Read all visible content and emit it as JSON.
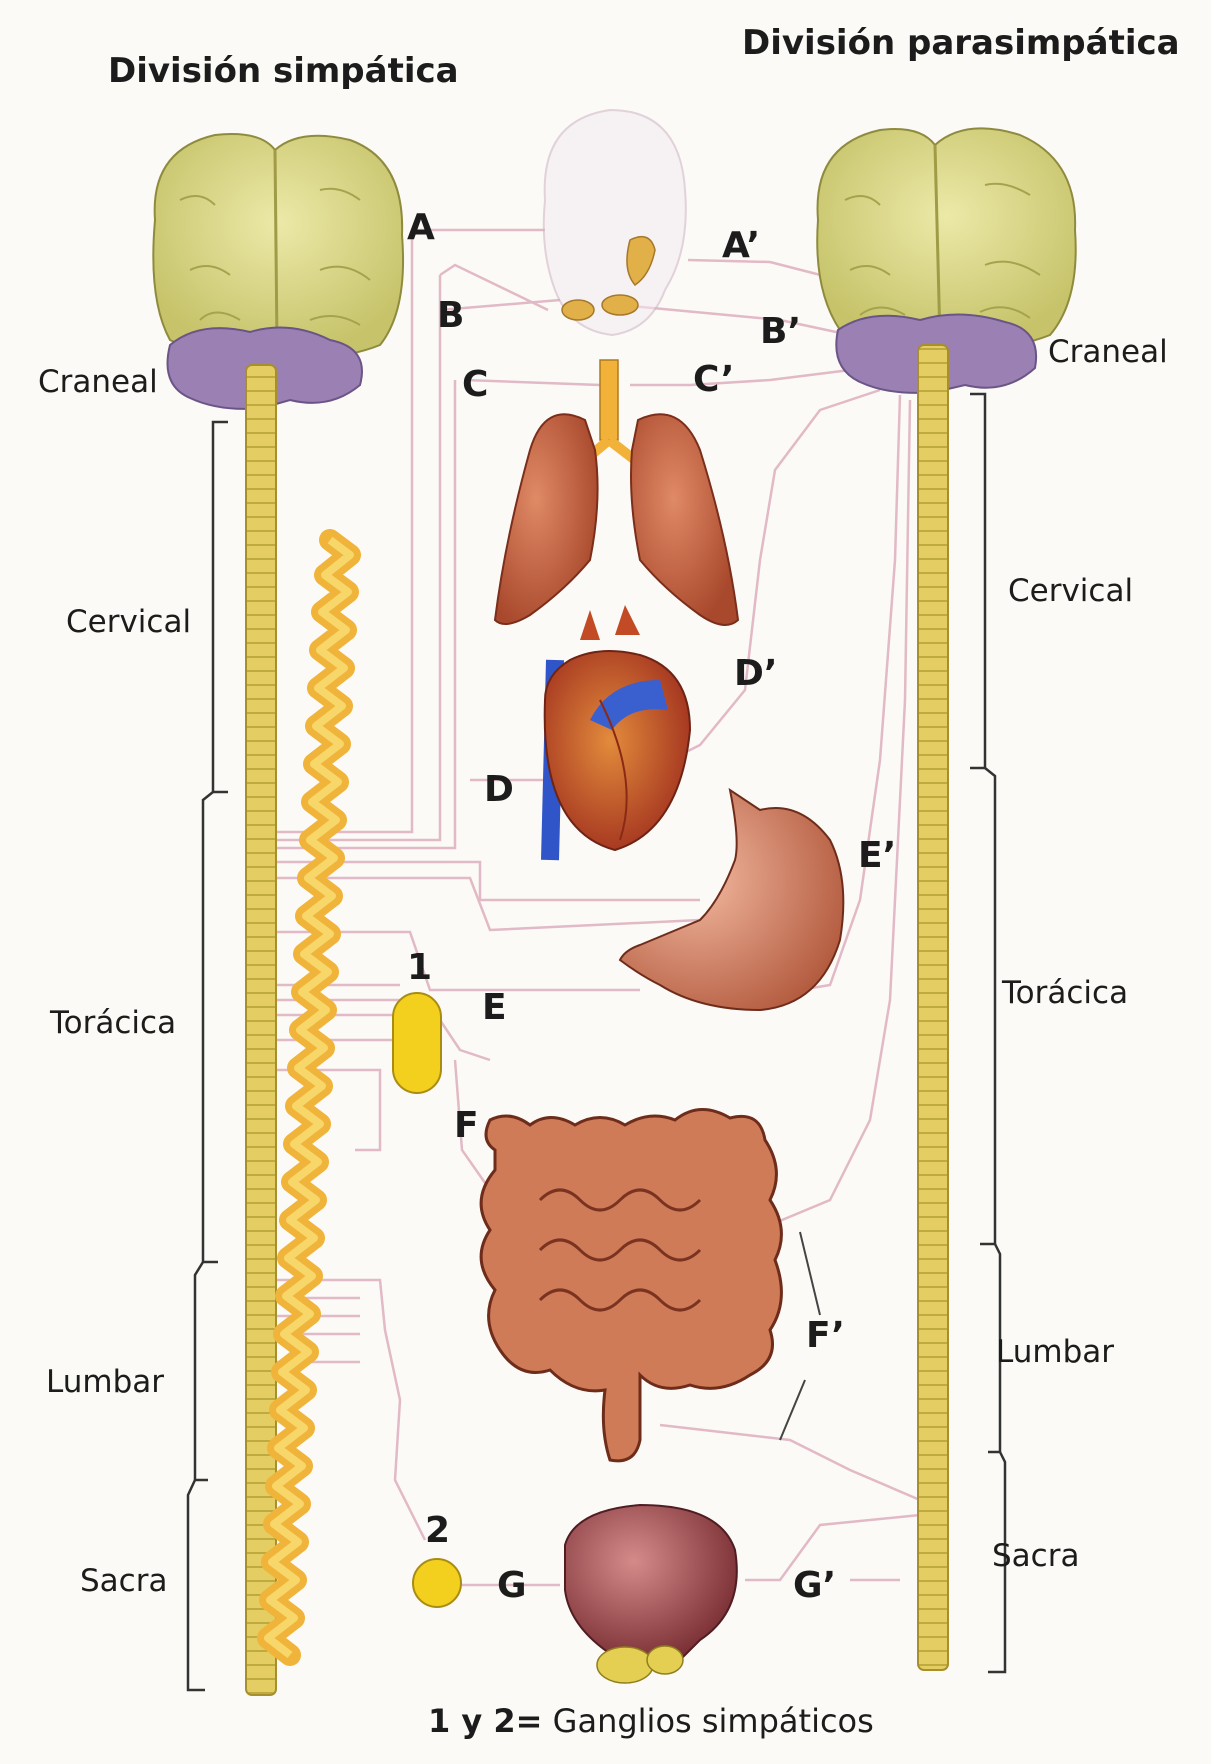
{
  "headings": {
    "sympathetic": "División simpática",
    "parasympathetic": "División parasimpática"
  },
  "regions_left": {
    "craneal": "Craneal",
    "cervical": "Cervical",
    "toracica": "Torácica",
    "lumbar": "Lumbar",
    "sacra": "Sacra"
  },
  "regions_right": {
    "craneal": "Craneal",
    "cervical": "Cervical",
    "toracica": "Torácica",
    "lumbar": "Lumbar",
    "sacra": "Sacra"
  },
  "sympathetic_letters": {
    "a": "A",
    "b": "B",
    "c": "C",
    "d": "D",
    "e": "E",
    "f": "F",
    "g": "G"
  },
  "parasympathetic_letters": {
    "a": "A’",
    "b": "B’",
    "c": "C’",
    "d": "D’",
    "e": "E’",
    "f": "F’",
    "g": "G’"
  },
  "ganglia": {
    "one": "1",
    "two": "2"
  },
  "caption": {
    "bold": "1 y 2=",
    "text": " Ganglios simpáticos"
  },
  "colors": {
    "brain": "#d9d68c",
    "brainstem": "#9d83b4",
    "spinal_cord": "#e5cf66",
    "chain": "#f0b43a",
    "ganglion": "#f2cf1e",
    "nerve": "#e3b8c6",
    "organ": "#c86b4a"
  }
}
